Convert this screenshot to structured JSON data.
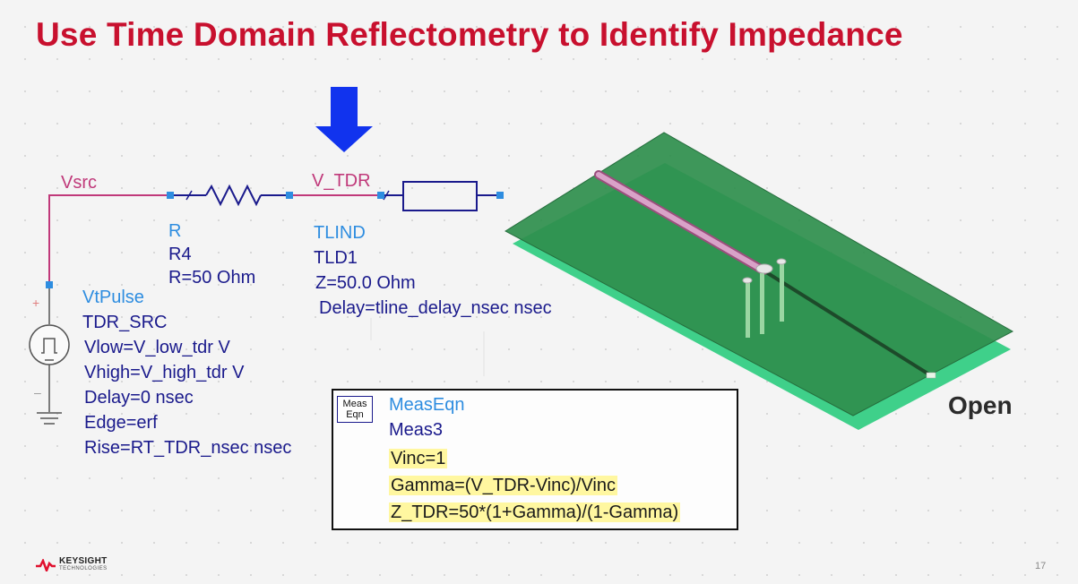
{
  "slide": {
    "title": "Use Time Domain Reflectometry to Identify Impedance",
    "page_number": "17"
  },
  "colors": {
    "title_red": "#c8102e",
    "wire_pink": "#c0397a",
    "component_navy": "#1a1a8c",
    "label_blue": "#2e8de0",
    "highlight_yellow": "#fff7a0",
    "board_green": "#2f8f4e",
    "arrow_blue": "#1133ee"
  },
  "schematic": {
    "nets": {
      "vsrc": "Vsrc",
      "v_tdr": "V_TDR"
    },
    "resistor": {
      "type": "R",
      "name": "R4",
      "value": "R=50 Ohm"
    },
    "tline": {
      "type": "TLIND",
      "name": "TLD1",
      "impedance": "Z=50.0 Ohm",
      "delay": "Delay=tline_delay_nsec nsec"
    },
    "source": {
      "plus": "+",
      "minus": "–",
      "type": "VtPulse",
      "name": "TDR_SRC",
      "params": [
        "Vlow=V_low_tdr V",
        "Vhigh=V_high_tdr V",
        "Delay=0 nsec",
        "Edge=erf",
        "Rise=RT_TDR_nsec nsec"
      ]
    }
  },
  "meas": {
    "icon_line1": "Meas",
    "icon_line2": "Eqn",
    "type": "MeasEqn",
    "name": "Meas3",
    "equations": [
      "Vinc=1",
      "Gamma=(V_TDR-Vinc)/Vinc",
      "Z_TDR=50*(1+Gamma)/(1-Gamma)"
    ]
  },
  "board": {
    "label": "Open"
  },
  "logo": {
    "name": "KEYSIGHT",
    "sub": "TECHNOLOGIES"
  }
}
